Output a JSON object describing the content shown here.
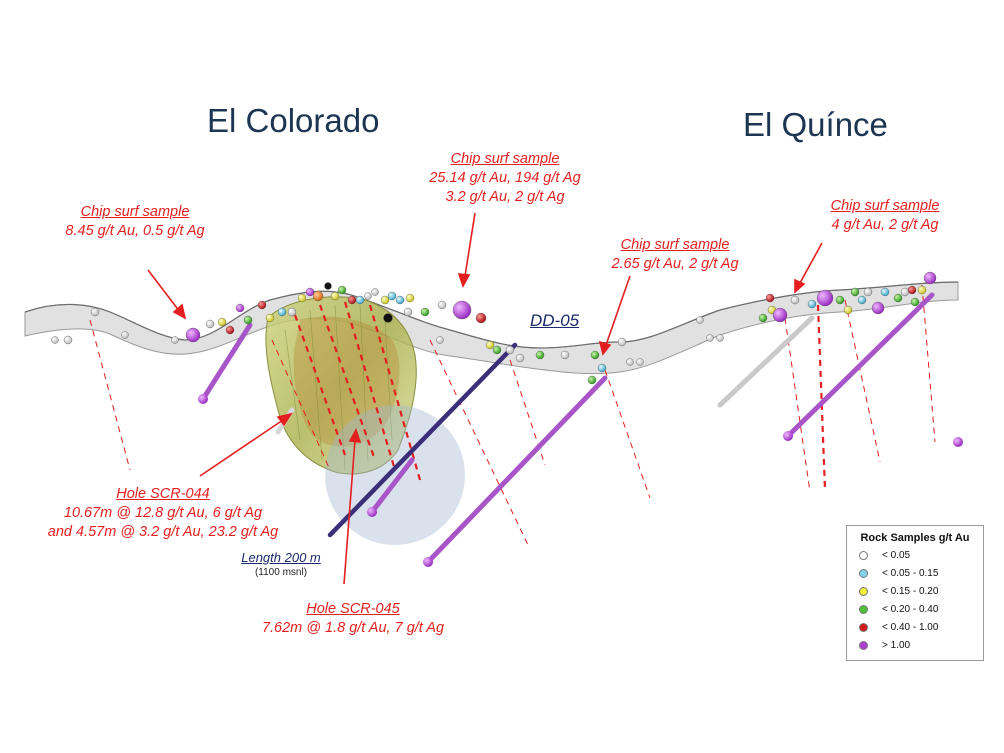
{
  "titles": {
    "left": "El Colorado",
    "right": "El Quínce"
  },
  "annotations": {
    "chip1": {
      "heading": "Chip surf sample",
      "lines": [
        "8.45 g/t Au, 0.5 g/t Ag"
      ]
    },
    "chip2": {
      "heading": "Chip surf sample",
      "lines": [
        "25.14 g/t Au, 194 g/t Ag",
        "3.2 g/t Au, 2 g/t Ag"
      ]
    },
    "chip3": {
      "heading": "Chip surf sample",
      "lines": [
        "2.65 g/t Au, 2 g/t Ag"
      ]
    },
    "chip4": {
      "heading": "Chip surf sample",
      "lines": [
        "4 g/t Au, 2 g/t Ag"
      ]
    },
    "hole44": {
      "heading": "Hole SCR-044",
      "lines": [
        "10.67m @ 12.8 g/t Au, 6 g/t Ag",
        "and 4.57m @ 3.2 g/t Au, 23.2 g/t Ag"
      ]
    },
    "hole45": {
      "heading": "Hole SCR-045",
      "lines": [
        "7.62m @ 1.8 g/t Au, 7 g/t Ag"
      ]
    }
  },
  "drill_label": "DD-05",
  "length_label": {
    "main": "Length 200 m",
    "sub": "(1100 msnl)"
  },
  "legend": {
    "title": "Rock Samples g/t Au",
    "items": [
      {
        "label": "< 0.05",
        "color": "#ffffff"
      },
      {
        "label": "< 0.05 - 0.15",
        "color": "#7fd3ea"
      },
      {
        "label": "< 0.15 - 0.20",
        "color": "#f2ee3a"
      },
      {
        "label": "< 0.20 - 0.40",
        "color": "#4fbf3a"
      },
      {
        "label": "< 0.40 - 1.00",
        "color": "#d21a1a"
      },
      {
        "label": "> 1.00",
        "color": "#b23bd6"
      }
    ]
  },
  "colors": {
    "annotation": "#e41f1f",
    "title": "#1c3552",
    "hole": "#a855c8",
    "drill": "#3c2f7a"
  }
}
